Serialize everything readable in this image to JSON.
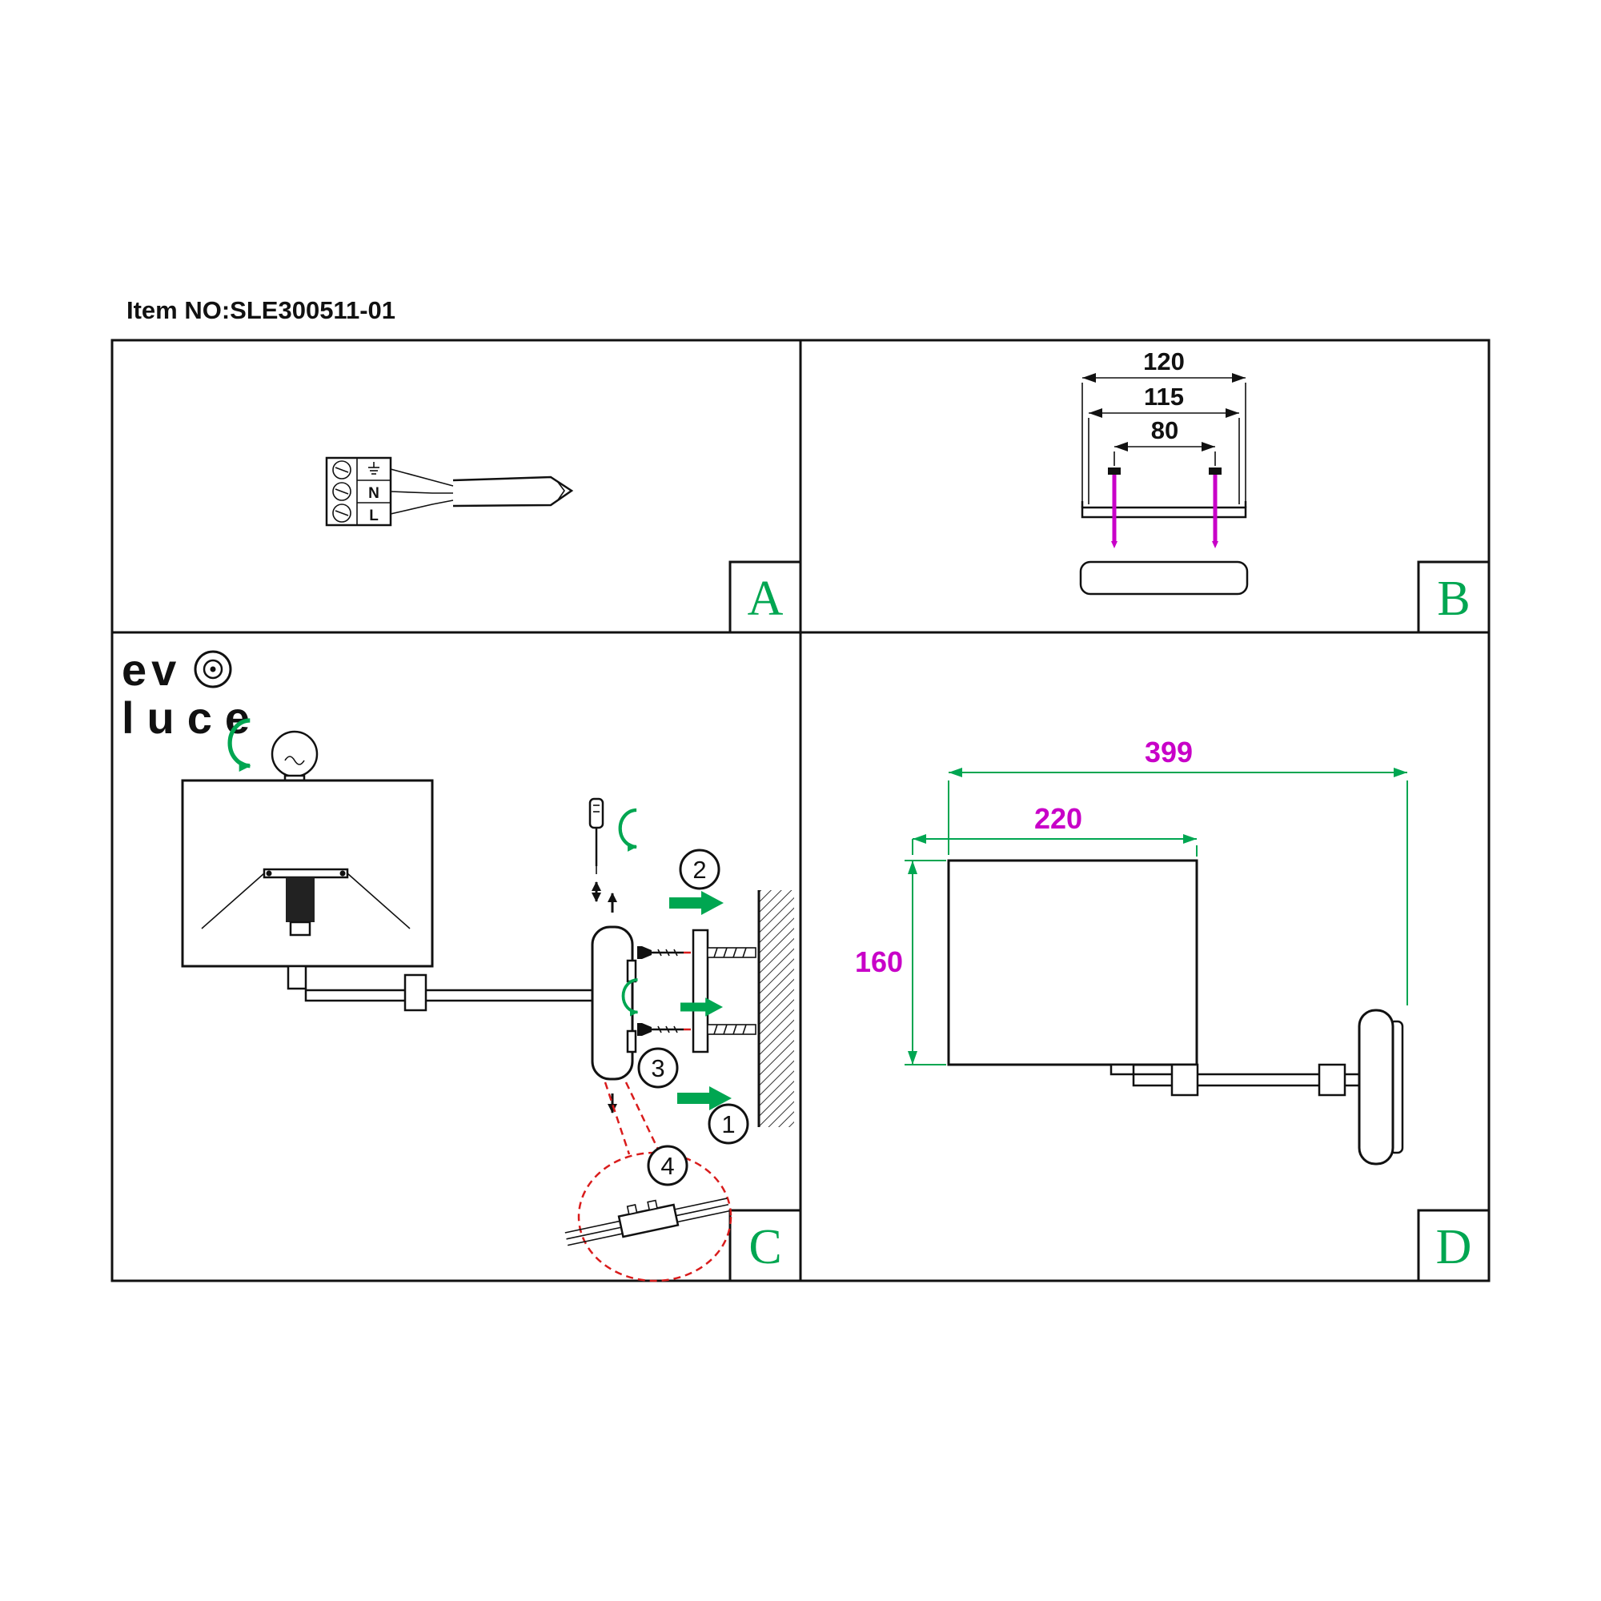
{
  "header": {
    "item_no": "Item NO:SLE300511-01"
  },
  "logo": {
    "top": "ev",
    "bottom": "luce"
  },
  "panel_a": {
    "label": "A",
    "terminals": {
      "neutral": "N",
      "line": "L"
    }
  },
  "panel_b": {
    "label": "B",
    "dims": {
      "outer": "120",
      "mid": "115",
      "inner": "80"
    }
  },
  "panel_c": {
    "label": "C",
    "steps": {
      "step1": "1",
      "step2": "2",
      "step3": "3",
      "step4": "4"
    }
  },
  "panel_d": {
    "label": "D",
    "dims": {
      "total_width": "399",
      "shade_width": "220",
      "shade_height": "160"
    }
  },
  "icons": {
    "logo_mark": "bullseye-icon",
    "bulb": "bulb-icon",
    "screwdriver": "screwdriver-icon",
    "rotate": "rotate-arrow-icon",
    "direction": "arrow-right-icon",
    "ground": "ground-icon"
  },
  "colors": {
    "green": "#00a651",
    "magenta": "#c800c8",
    "red": "#d91c1c",
    "ink": "#111111",
    "background": "#ffffff"
  }
}
